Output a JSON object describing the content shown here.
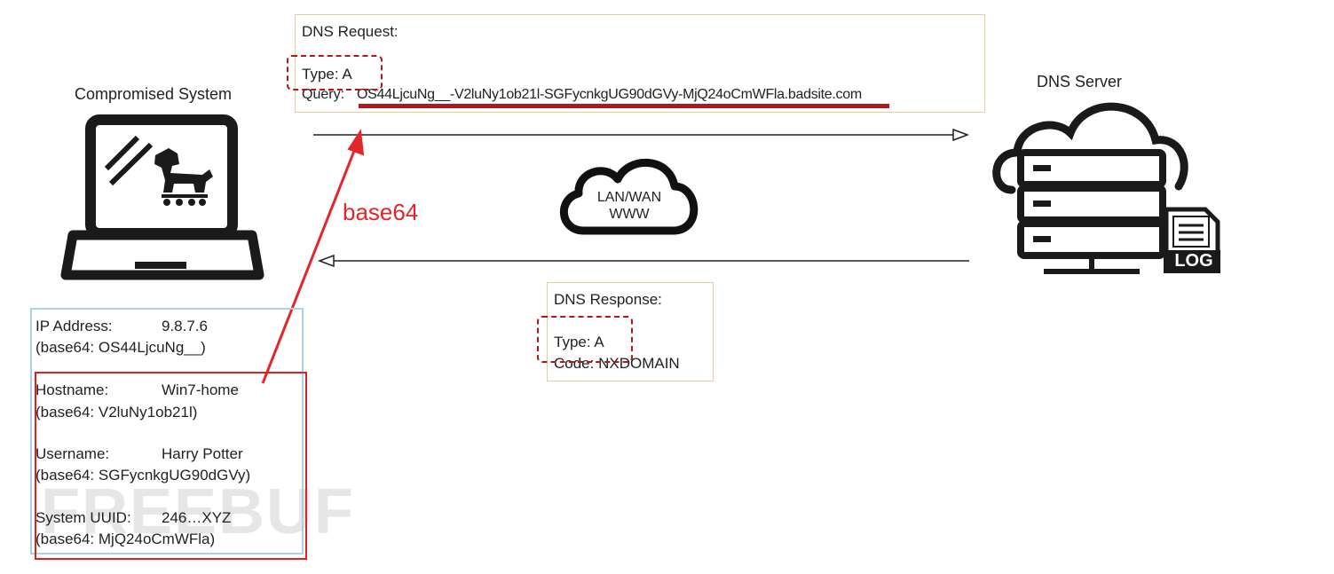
{
  "compromised_system": {
    "title": "Compromised System"
  },
  "dns_server": {
    "title": "DNS Server",
    "log_label": "LOG"
  },
  "network": {
    "line1": "LAN/WAN",
    "line2": "WWW"
  },
  "request": {
    "heading": "DNS Request:",
    "type": "Type: A",
    "query_label": "Query:",
    "query_value": "OS44LjcuNg__-V2luNy1ob21l-SGFycnkgUG90dGVy-MjQ24oCmWFla.badsite.com"
  },
  "response": {
    "heading": "DNS Response:",
    "type": "Type: A",
    "code": "Code: NXDOMAIN"
  },
  "encoding_label": "base64",
  "info": {
    "ip": {
      "label": "IP Address:",
      "value": "9.8.7.6",
      "b64": "(base64: OS44LjcuNg__)"
    },
    "hostname": {
      "label": "Hostname:",
      "value": "Win7-home",
      "b64": "(base64: V2luNy1ob21l)"
    },
    "username": {
      "label": "Username:",
      "value": "Harry Potter",
      "b64": "(base64: SGFycnkgUG90dGVy)"
    },
    "uuid": {
      "label": "System UUID:",
      "value": "246…XYZ",
      "b64": "(base64: MjQ24oCmWFla)"
    }
  },
  "watermark": "FREEBUF",
  "colors": {
    "accent_red": "#e4262a",
    "dark_red": "#b3161b",
    "box_border": "#e3cf9a",
    "info_border": "#a9d3e3"
  }
}
